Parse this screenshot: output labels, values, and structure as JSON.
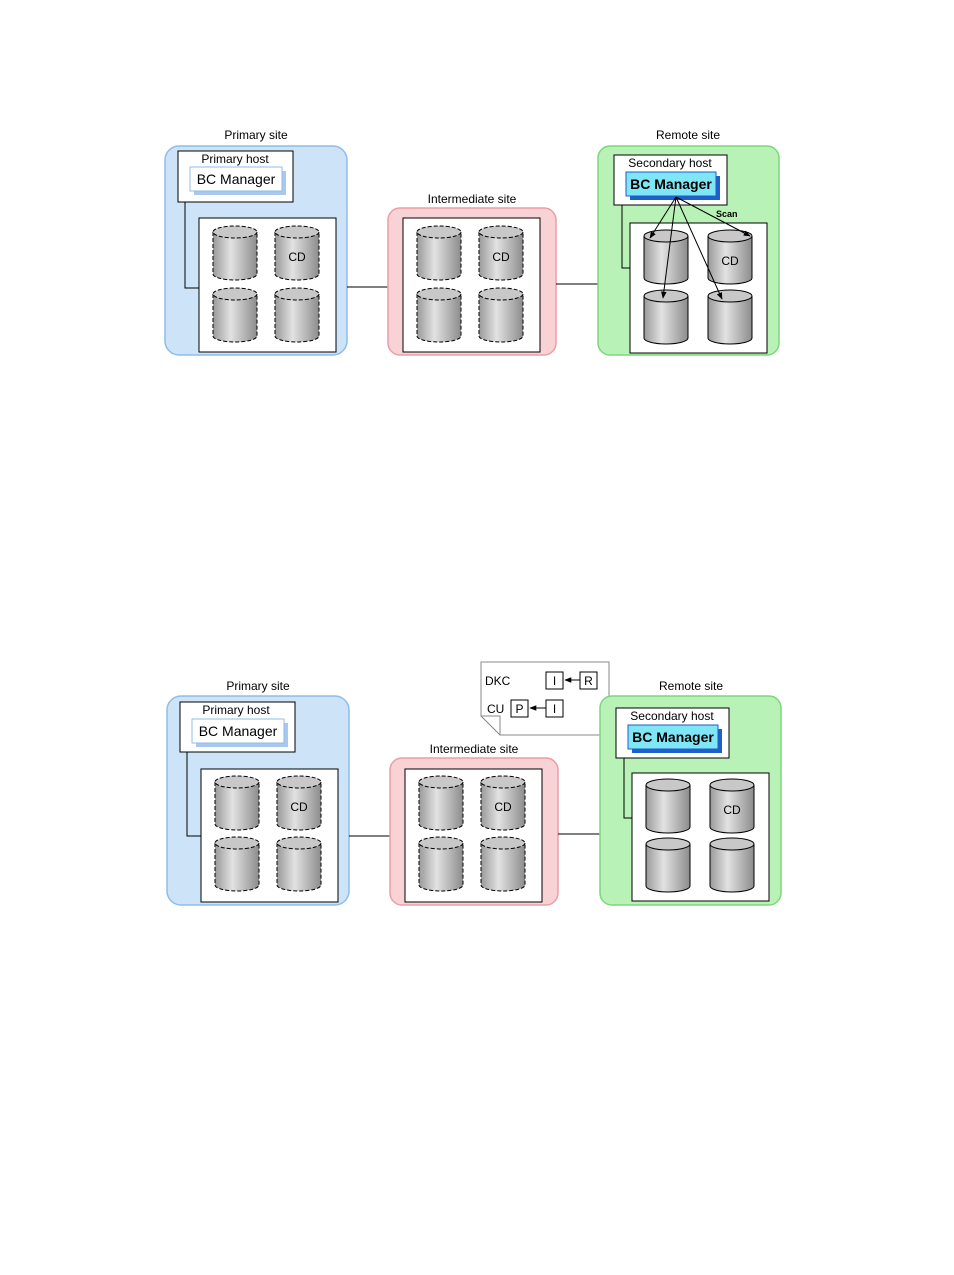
{
  "diagrams": [
    {
      "primary_site": {
        "label": "Primary site",
        "host_label": "Primary host",
        "app_label": "BC Manager",
        "volumes": [
          {
            "label": "",
            "style": "dashed"
          },
          {
            "label": "CD",
            "style": "dashed"
          },
          {
            "label": "",
            "style": "dashed"
          },
          {
            "label": "",
            "style": "dashed"
          }
        ]
      },
      "intermediate_site": {
        "label": "Intermediate site",
        "volumes": [
          {
            "label": "",
            "style": "dashed"
          },
          {
            "label": "CD",
            "style": "dashed"
          },
          {
            "label": "",
            "style": "dashed"
          },
          {
            "label": "",
            "style": "dashed"
          }
        ]
      },
      "remote_site": {
        "label": "Remote site",
        "host_label": "Secondary host",
        "app_label": "BC Manager",
        "scan_label": "Scan",
        "volumes": [
          {
            "label": "",
            "style": "solid"
          },
          {
            "label": "CD",
            "style": "solid"
          },
          {
            "label": "",
            "style": "solid"
          },
          {
            "label": "",
            "style": "solid"
          }
        ]
      }
    },
    {
      "primary_site": {
        "label": "Primary site",
        "host_label": "Primary host",
        "app_label": "BC Manager",
        "volumes": [
          {
            "label": "",
            "style": "dashed"
          },
          {
            "label": "CD",
            "style": "dashed"
          },
          {
            "label": "",
            "style": "dashed"
          },
          {
            "label": "",
            "style": "dashed"
          }
        ]
      },
      "intermediate_site": {
        "label": "Intermediate site",
        "volumes": [
          {
            "label": "",
            "style": "dashed"
          },
          {
            "label": "CD",
            "style": "dashed"
          },
          {
            "label": "",
            "style": "dashed"
          },
          {
            "label": "",
            "style": "dashed"
          }
        ]
      },
      "remote_site": {
        "label": "Remote site",
        "host_label": "Secondary host",
        "app_label": "BC Manager",
        "volumes": [
          {
            "label": "",
            "style": "solid"
          },
          {
            "label": "CD",
            "style": "solid"
          },
          {
            "label": "",
            "style": "solid"
          },
          {
            "label": "",
            "style": "solid"
          }
        ]
      },
      "note": {
        "row1_label": "DKC",
        "row1_left": "I",
        "row1_right": "R",
        "row2_label": "CU",
        "row2_left": "P",
        "row2_right": "I"
      }
    }
  ],
  "colors": {
    "primary_fill": "#cce3f8",
    "primary_stroke": "#8fbde8",
    "intermediate_fill": "#f9d2d6",
    "intermediate_stroke": "#ec9ea6",
    "remote_fill": "#b9f2b7",
    "remote_stroke": "#7cd87a",
    "app_active_fill": "#7fe6f6",
    "app_active_shadow": "#1f5fc9",
    "app_inactive_shadow": "#a8c8ef"
  }
}
